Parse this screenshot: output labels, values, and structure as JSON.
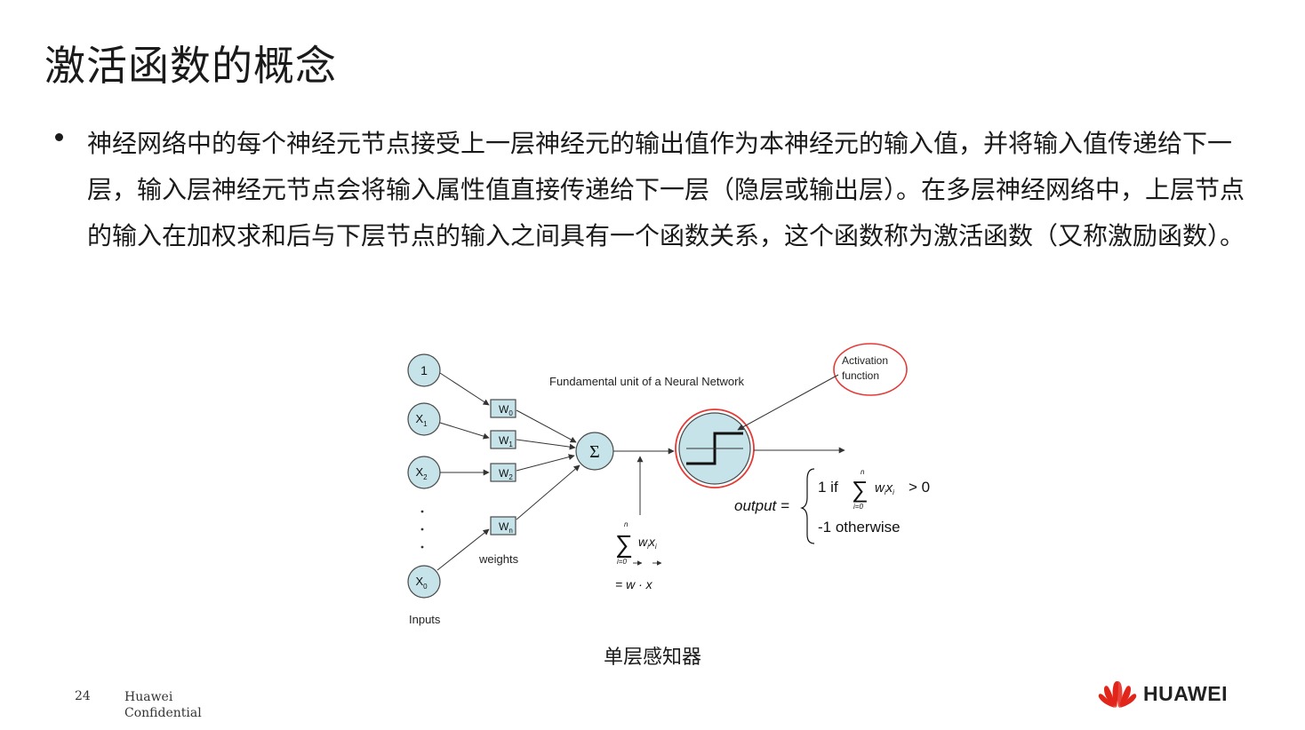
{
  "slide": {
    "title": "激活函数的概念",
    "bullet_text": "神经网络中的每个神经元节点接受上一层神经元的输出值作为本神经元的输入值，并将输入值传递给下一层，输入层神经元节点会将输入属性值直接传递给下一层（隐层或输出层）。在多层神经网络中，上层节点的输入在加权求和后与下层节点的输入之间具有一个函数关系，这个函数称为激活函数（又称激励函数）。"
  },
  "diagram": {
    "title": "Fundamental unit of a Neural Network",
    "inputs_label": "Inputs",
    "weights_label": "weights",
    "input_nodes": [
      {
        "main": "1",
        "sub": ""
      },
      {
        "main": "X",
        "sub": "1"
      },
      {
        "main": "X",
        "sub": "2"
      },
      {
        "main": "X",
        "sub": "0"
      }
    ],
    "weight_boxes": [
      {
        "main": "W",
        "sub": "0"
      },
      {
        "main": "W",
        "sub": "1"
      },
      {
        "main": "W",
        "sub": "2"
      },
      {
        "main": "W",
        "sub": "n"
      }
    ],
    "sum_symbol": "Σ",
    "activation_label_line1": "Activation",
    "activation_label_line2": "function",
    "sum_formula": {
      "sigma": "∑",
      "upper": "n",
      "lower": "i=0",
      "term": "w",
      "term_sub": "i",
      "term2": "x",
      "term2_sub": "i",
      "equals_line": "= w · x"
    },
    "output_formula": {
      "lhs": "output =",
      "case1_prefix": "1 if",
      "case1_sigma": "∑",
      "case1_upper": "n",
      "case1_lower": "i=0",
      "case1_term": "w",
      "case1_term_sub": "i",
      "case1_term2": "x",
      "case1_term2_sub": "i",
      "case1_suffix": "> 0",
      "case2": "-1 otherwise"
    }
  },
  "caption": "单层感知器",
  "footer": {
    "page_number": "24",
    "confidential_line1": "Huawei",
    "confidential_line2": "Confidential",
    "brand": "HUAWEI"
  },
  "colors": {
    "node_fill": "#c6e3ea",
    "node_stroke": "#4a4a4a",
    "weight_fill": "#c6e3ea",
    "activation_circle": "#e53935",
    "logo_red": "#e1251b"
  }
}
